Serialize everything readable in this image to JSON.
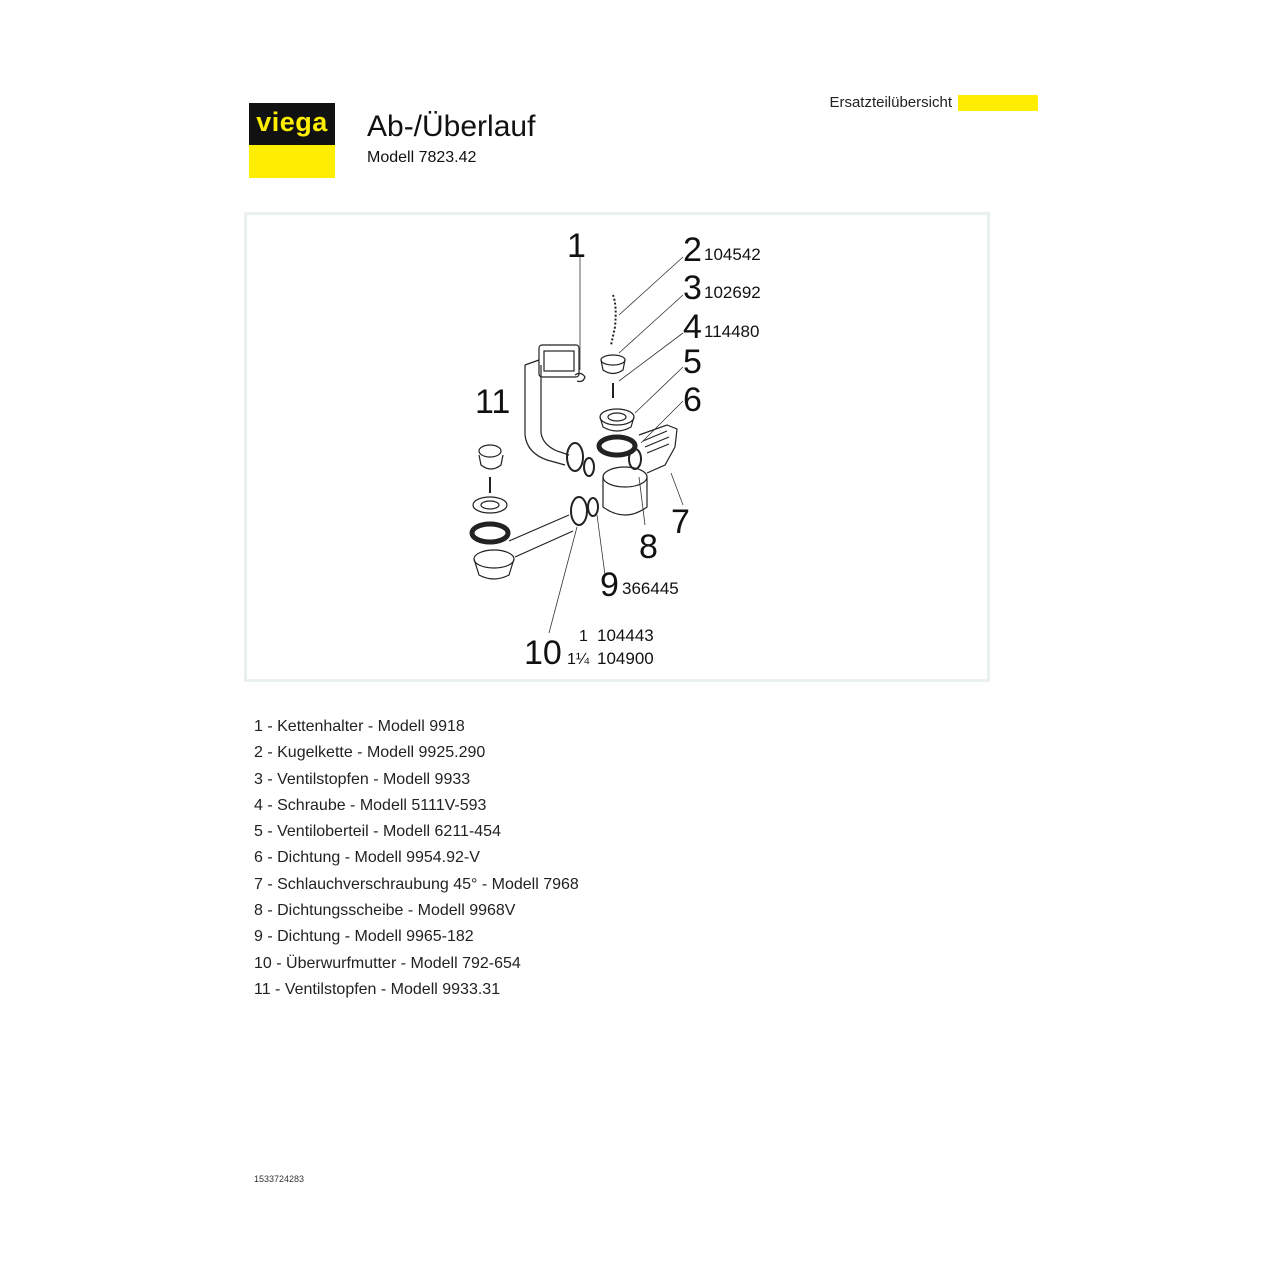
{
  "header": {
    "label": "Ersatzteilübersicht",
    "accent_color": "#ffee00"
  },
  "logo": {
    "wordmark": "viega"
  },
  "title": "Ab-/Überlauf",
  "subtitle": "Modell 7823.42",
  "diagram": {
    "callouts": [
      {
        "number": "1",
        "code": ""
      },
      {
        "number": "2",
        "code": "104542"
      },
      {
        "number": "3",
        "code": "102692"
      },
      {
        "number": "4",
        "code": "114480"
      },
      {
        "number": "5",
        "code": ""
      },
      {
        "number": "6",
        "code": ""
      },
      {
        "number": "7",
        "code": ""
      },
      {
        "number": "8",
        "code": ""
      },
      {
        "number": "9",
        "code": "366445"
      },
      {
        "number": "10",
        "sizes": [
          "1",
          "1¼"
        ],
        "codes": [
          "104443",
          "104900"
        ]
      },
      {
        "number": "11",
        "code": ""
      }
    ]
  },
  "parts": [
    "1 - Kettenhalter - Modell 9918",
    "2 - Kugelkette - Modell 9925.290",
    "3 - Ventilstopfen - Modell 9933",
    "4 - Schraube - Modell 5111V-593",
    "5 - Ventiloberteil - Modell 6211-454",
    "6 - Dichtung - Modell 9954.92-V",
    "7 - Schlauchverschraubung 45° - Modell 7968",
    "8 - Dichtungsscheibe - Modell 9968V",
    "9 - Dichtung - Modell 9965-182",
    "10 - Überwurfmutter - Modell 792-654",
    "11 - Ventilstopfen - Modell 9933.31"
  ],
  "document_number": "1533724283"
}
